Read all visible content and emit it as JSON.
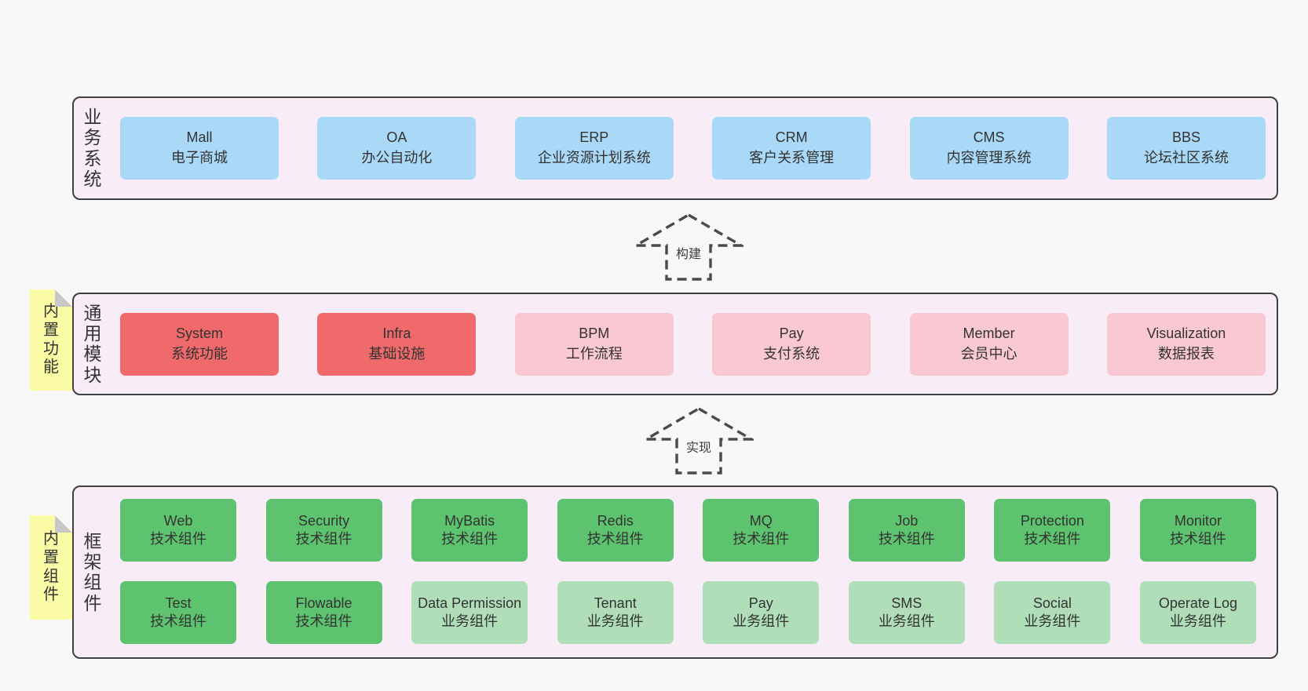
{
  "colors": {
    "page_bg": "#f8f8f8",
    "panel_bg": "#f8edf6",
    "panel_border": "#404040",
    "blue_box": "#a9d9f7",
    "red_box": "#f0696b",
    "pink_box": "#f9c8d2",
    "green_box": "#5ec36f",
    "light_green_box": "#afdeb9",
    "sticky_yellow": "#fbfaa5",
    "sticky_fold": "#c8c8c8",
    "text": "#363636"
  },
  "arrows": {
    "build": "构建",
    "implement": "实现"
  },
  "business": {
    "label": "业\n务\n系\n统",
    "boxes": [
      "Mall\n电子商城",
      "OA\n办公自动化",
      "ERP\n企业资源计划系统",
      "CRM\n客户关系管理",
      "CMS\n内容管理系统",
      "BBS\n论坛社区系统"
    ]
  },
  "common": {
    "label": "通\n用\n模\n块",
    "sticky": "内\n置\n功\n能",
    "boxes": [
      {
        "text": "System\n系统功能",
        "variant": "red"
      },
      {
        "text": "Infra\n基础设施",
        "variant": "red"
      },
      {
        "text": "BPM\n工作流程",
        "variant": "pink"
      },
      {
        "text": "Pay\n支付系统",
        "variant": "pink"
      },
      {
        "text": "Member\n会员中心",
        "variant": "pink"
      },
      {
        "text": "Visualization\n数据报表",
        "variant": "pink"
      }
    ]
  },
  "framework": {
    "label": "框\n架\n组\n件",
    "sticky": "内\n置\n组\n件",
    "row1": [
      {
        "text": "Web\n技术组件",
        "variant": "green"
      },
      {
        "text": "Security\n技术组件",
        "variant": "green"
      },
      {
        "text": "MyBatis\n技术组件",
        "variant": "green"
      },
      {
        "text": "Redis\n技术组件",
        "variant": "green"
      },
      {
        "text": "MQ\n技术组件",
        "variant": "green"
      },
      {
        "text": "Job\n技术组件",
        "variant": "green"
      },
      {
        "text": "Protection\n技术组件",
        "variant": "green"
      },
      {
        "text": "Monitor\n技术组件",
        "variant": "green"
      }
    ],
    "row2": [
      {
        "text": "Test\n技术组件",
        "variant": "green"
      },
      {
        "text": "Flowable\n技术组件",
        "variant": "green"
      },
      {
        "text": "Data Permission\n业务组件",
        "variant": "light-green"
      },
      {
        "text": "Tenant\n业务组件",
        "variant": "light-green"
      },
      {
        "text": "Pay\n业务组件",
        "variant": "light-green"
      },
      {
        "text": "SMS\n业务组件",
        "variant": "light-green"
      },
      {
        "text": "Social\n业务组件",
        "variant": "light-green"
      },
      {
        "text": "Operate Log\n业务组件",
        "variant": "light-green"
      }
    ]
  }
}
